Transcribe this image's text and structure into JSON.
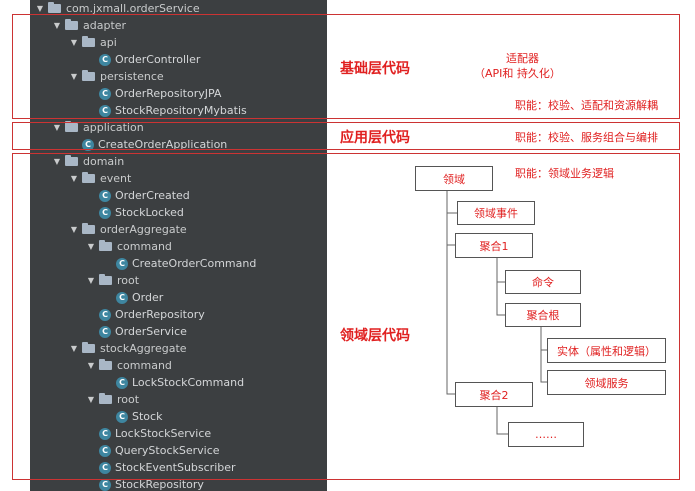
{
  "tree": [
    {
      "depth": 0,
      "type": "folder",
      "expanded": true,
      "label": "com.jxmall.orderService"
    },
    {
      "depth": 1,
      "type": "folder",
      "expanded": true,
      "label": "adapter"
    },
    {
      "depth": 2,
      "type": "folder",
      "expanded": true,
      "label": "api"
    },
    {
      "depth": 3,
      "type": "class",
      "badge": "C",
      "label": "OrderController"
    },
    {
      "depth": 2,
      "type": "folder",
      "expanded": true,
      "label": "persistence"
    },
    {
      "depth": 3,
      "type": "class",
      "badge": "C",
      "label": "OrderRepositoryJPA"
    },
    {
      "depth": 3,
      "type": "class",
      "badge": "C",
      "label": "StockRepositoryMybatis"
    },
    {
      "depth": 1,
      "type": "folder",
      "expanded": true,
      "label": "application"
    },
    {
      "depth": 2,
      "type": "class",
      "badge": "C",
      "label": "CreateOrderApplication"
    },
    {
      "depth": 1,
      "type": "folder",
      "expanded": true,
      "label": "domain"
    },
    {
      "depth": 2,
      "type": "folder",
      "expanded": true,
      "label": "event"
    },
    {
      "depth": 3,
      "type": "class",
      "badge": "C",
      "label": "OrderCreated"
    },
    {
      "depth": 3,
      "type": "class",
      "badge": "C",
      "label": "StockLocked"
    },
    {
      "depth": 2,
      "type": "folder",
      "expanded": true,
      "label": "orderAggregate"
    },
    {
      "depth": 3,
      "type": "folder",
      "expanded": true,
      "label": "command"
    },
    {
      "depth": 4,
      "type": "class",
      "badge": "C",
      "label": "CreateOrderCommand"
    },
    {
      "depth": 3,
      "type": "folder",
      "expanded": true,
      "label": "root"
    },
    {
      "depth": 4,
      "type": "class",
      "badge": "C",
      "label": "Order"
    },
    {
      "depth": 3,
      "type": "class",
      "badge": "C",
      "label": "OrderRepository"
    },
    {
      "depth": 3,
      "type": "class",
      "badge": "C",
      "label": "OrderService"
    },
    {
      "depth": 2,
      "type": "folder",
      "expanded": true,
      "label": "stockAggregate"
    },
    {
      "depth": 3,
      "type": "folder",
      "expanded": true,
      "label": "command"
    },
    {
      "depth": 4,
      "type": "class",
      "badge": "C",
      "label": "LockStockCommand"
    },
    {
      "depth": 3,
      "type": "folder",
      "expanded": true,
      "label": "root"
    },
    {
      "depth": 4,
      "type": "class",
      "badge": "C",
      "label": "Stock"
    },
    {
      "depth": 3,
      "type": "class",
      "badge": "C",
      "label": "LockStockService"
    },
    {
      "depth": 3,
      "type": "class",
      "badge": "C",
      "label": "QueryStockService"
    },
    {
      "depth": 3,
      "type": "class",
      "badge": "C",
      "label": "StockEventSubscriber"
    },
    {
      "depth": 3,
      "type": "class",
      "badge": "C",
      "label": "StockRepository"
    }
  ],
  "layers": {
    "base": "基础层代码",
    "app": "应用层代码",
    "domain": "领域层代码"
  },
  "notes": {
    "adapter_title": "适配器",
    "adapter_sub": "（API和 持久化）",
    "base_duty": "职能：校验、适配和资源解耦",
    "app_duty": "职能：校验、服务组合与编排",
    "domain_duty": "职能：领域业务逻辑"
  },
  "diagram": {
    "domain": "领域",
    "domain_event": "领域事件",
    "agg1": "聚合1",
    "command": "命令",
    "agg_root": "聚合根",
    "entity": "实体（属性和逻辑）",
    "domain_service": "领域服务",
    "agg2": "聚合2",
    "more": "……"
  },
  "colors": {
    "accent": "#e02020",
    "tree_bg": "#3c3f41",
    "class_badge": "#3e86a0"
  }
}
